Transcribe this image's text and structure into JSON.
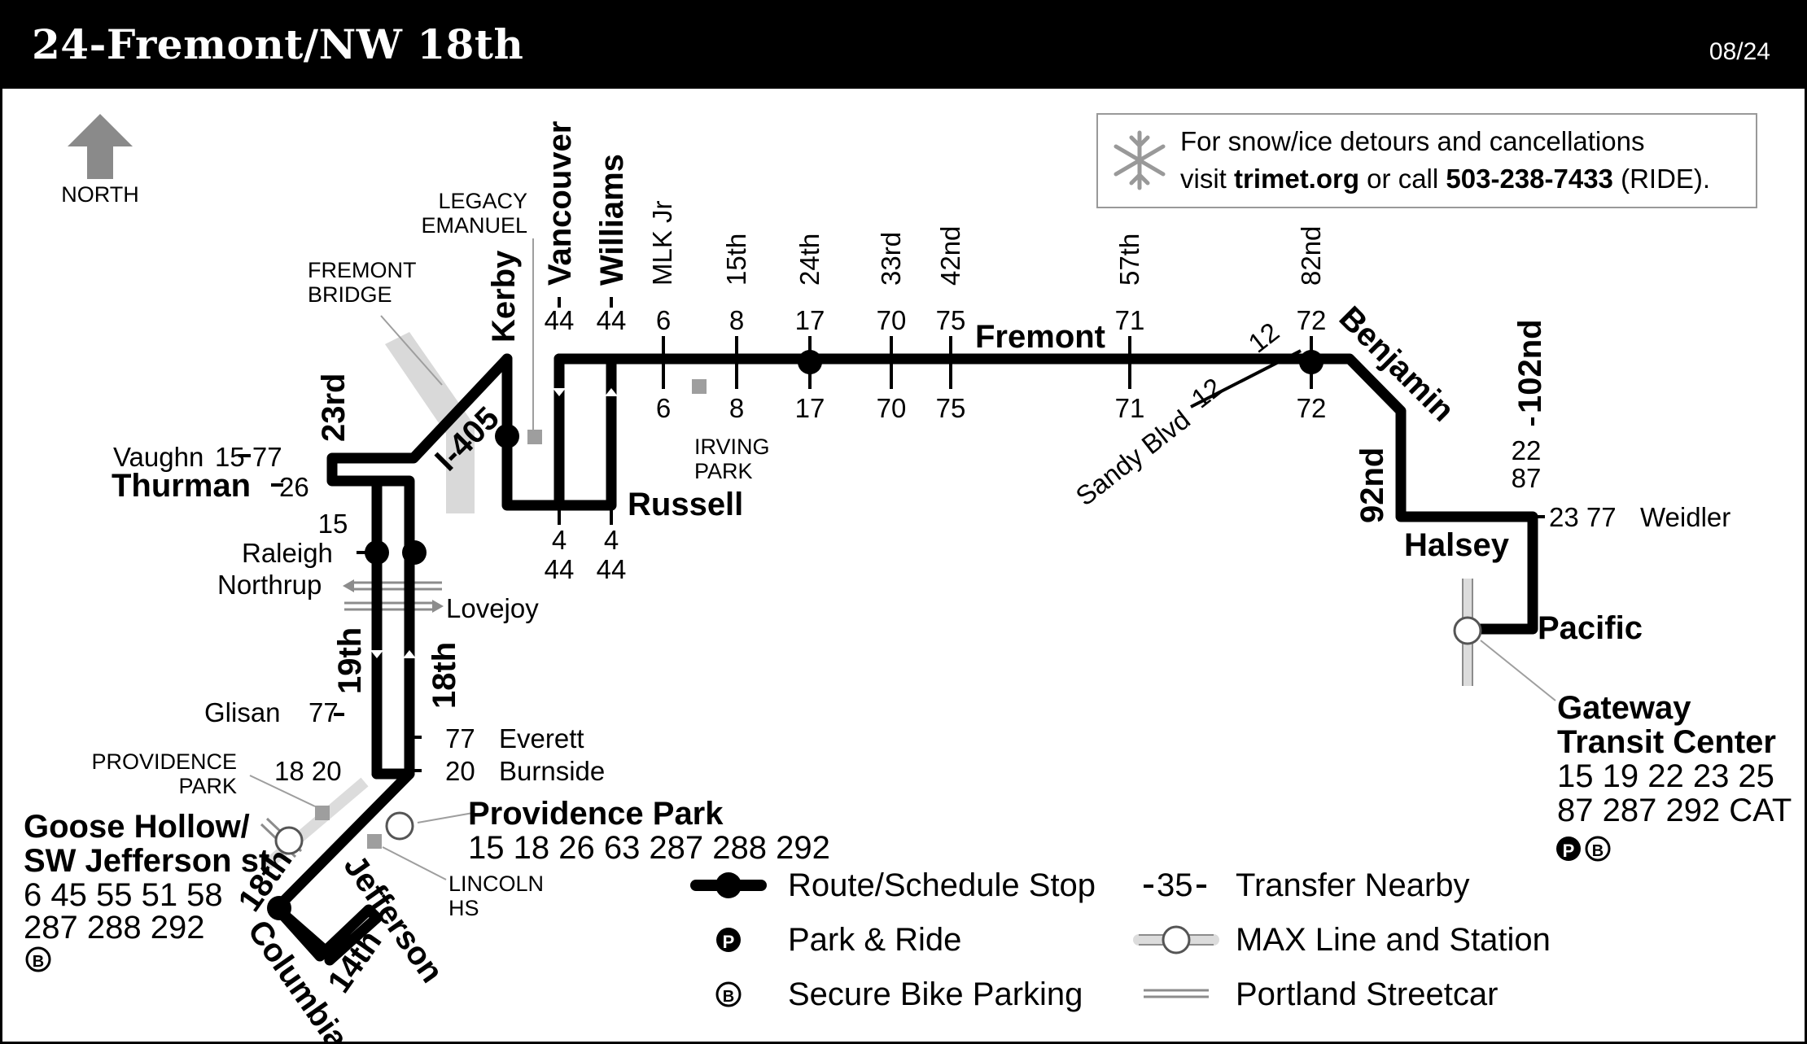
{
  "header": {
    "title": "24-Fremont/NW 18th",
    "date": "08/24"
  },
  "compass": {
    "label": "NORTH",
    "icon": "north-arrow-icon"
  },
  "notice": {
    "icon": "snowflake-icon",
    "line1": "For snow/ice detours and cancellations",
    "line2_prefix": "visit ",
    "line2_site": "trimet.org",
    "line2_mid": " or call ",
    "line2_phone": "503-238-7433",
    "line2_suffix": " (RIDE)."
  },
  "streets": {
    "fremont": "Fremont",
    "russell": "Russell",
    "kerby": "Kerby",
    "vancouver": "Vancouver",
    "williams": "Williams",
    "mlk": "MLK Jr",
    "s15th": "15th",
    "s24th": "24th",
    "s33rd": "33rd",
    "s42nd": "42nd",
    "s57th": "57th",
    "s82nd": "82nd",
    "benjamin": "Benjamin",
    "s92nd": "92nd",
    "halsey": "Halsey",
    "s102nd": "102nd",
    "weidler": "Weidler",
    "pacific": "Pacific",
    "sandy": "Sandy Blvd",
    "i405": "I-405",
    "s23rd": "23rd",
    "vaughn": "Vaughn",
    "thurman": "Thurman",
    "raleigh": "Raleigh",
    "northrup": "Northrup",
    "lovejoy": "Lovejoy",
    "s19th": "19th",
    "s18th": "18th",
    "glisan": "Glisan",
    "everett": "Everett",
    "burnside": "Burnside",
    "s18th_sw": "18th",
    "jefferson": "Jefferson",
    "columbia": "Columbia",
    "s14th": "14th"
  },
  "transfers": {
    "vancouver_top": "44",
    "williams_top": "44",
    "mlk_top": "6",
    "mlk_bottom": "6",
    "s15_top": "8",
    "s15_bottom": "8",
    "s24_top": "17",
    "s24_bottom": "17",
    "s33_top": "70",
    "s33_bottom": "70",
    "s42_top": "75",
    "s42_bottom": "75",
    "s57_top": "71",
    "s57_bottom": "71",
    "sandy_a": "12",
    "sandy_b": "12",
    "s82_top": "72",
    "s82_bottom": "72",
    "s102_a": "22",
    "s102_b": "87",
    "weidler": "23 77",
    "vaughn": "15 77",
    "thurman": "26",
    "s23_below": "15",
    "glisan": "77",
    "everett": "77",
    "s18_20": "18 20",
    "burnside": "20",
    "russell_vanc_a": "4",
    "russell_vanc_b": "44",
    "russell_will_a": "4",
    "russell_will_b": "44"
  },
  "landmarks": {
    "legacy_1": "LEGACY",
    "legacy_2": "EMANUEL",
    "fremont_bridge_1": "FREMONT",
    "fremont_bridge_2": "BRIDGE",
    "irving_1": "IRVING",
    "irving_2": "PARK",
    "providence_1": "PROVIDENCE",
    "providence_2": "PARK",
    "lincoln_1": "LINCOLN",
    "lincoln_2": "HS"
  },
  "stations": {
    "gateway": {
      "name1": "Gateway",
      "name2": "Transit Center",
      "routes1": "15 19 22 23 25",
      "routes2": "87 287 292 CAT",
      "icons": [
        "park-and-ride-icon",
        "bike-parking-icon"
      ]
    },
    "providence": {
      "name": "Providence Park",
      "routes": "15 18 26 63 287 288 292"
    },
    "goose_hollow": {
      "name1": "Goose Hollow/",
      "name2": "SW Jefferson st",
      "routes1": "6 45 55 51 58",
      "routes2": "287 288 292",
      "icons": [
        "bike-parking-icon"
      ]
    }
  },
  "legend": {
    "stop": "Route/Schedule Stop",
    "park_ride": "Park & Ride",
    "bike": "Secure Bike Parking",
    "transfer_sample": "35",
    "transfer": "Transfer Nearby",
    "max": "MAX Line and Station",
    "streetcar": "Portland Streetcar",
    "park_ride_glyph": "P",
    "bike_glyph": "B"
  },
  "colors": {
    "route": "#000000",
    "max": "#dcdcdc",
    "streetcar": "#8c8c8c",
    "landmark": "#9e9e9e",
    "arrow": "#8a8a8a"
  }
}
